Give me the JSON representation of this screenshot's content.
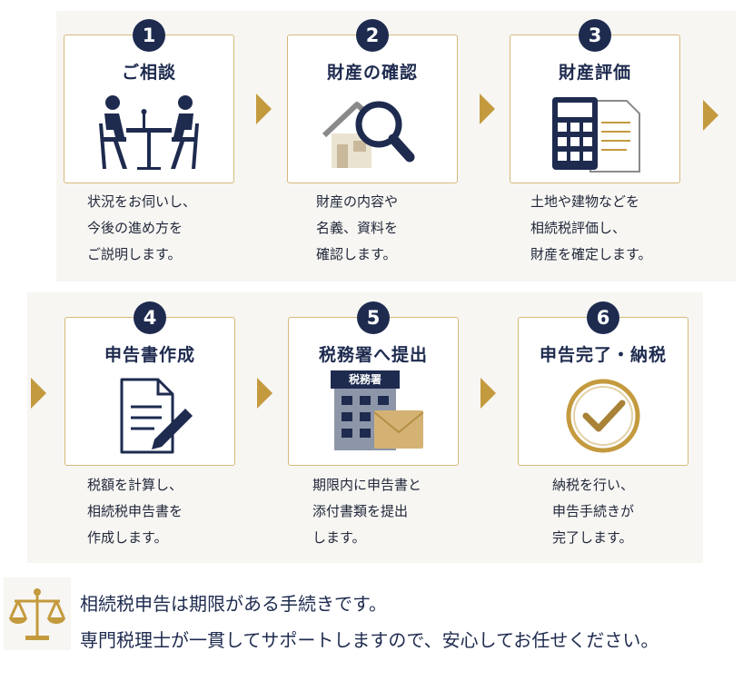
{
  "steps": [
    {
      "num": "1",
      "title": "ご相談",
      "icon": "consultation-icon",
      "lines": [
        "状況をお伺いし、",
        "今後の進め方を",
        "ご説明します。"
      ]
    },
    {
      "num": "2",
      "title": "財産の確認",
      "icon": "house-magnifier-icon",
      "lines": [
        "財産の内容や",
        "名義、資料を",
        "確認します。"
      ]
    },
    {
      "num": "3",
      "title": "財産評価",
      "icon": "calculator-document-icon",
      "lines": [
        "土地や建物などを",
        "相続税評価し、",
        "財産を確定します。"
      ]
    },
    {
      "num": "4",
      "title": "申告書作成",
      "icon": "document-pen-icon",
      "lines": [
        "税額を計算し、",
        "相続税申告書を",
        "作成します。"
      ]
    },
    {
      "num": "5",
      "title": "税務署へ提出",
      "icon": "tax-office-envelope-icon",
      "sign": "税務署",
      "lines": [
        "期限内に申告書と",
        "添付書類を提出",
        "します。"
      ]
    },
    {
      "num": "6",
      "title": "申告完了・納税",
      "icon": "checkmark-circle-icon",
      "lines": [
        "納税を行い、",
        "申告手続きが",
        "完了します。"
      ]
    }
  ],
  "footer": {
    "line1": "相続税申告は期限がある手続きです。",
    "line2": "専門税理士が一貫してサポートしますので、安心してお任せください。",
    "icon": "balance-scale-icon"
  },
  "colors": {
    "navy": "#1e2b4f",
    "gold": "#c49a3e",
    "card_border": "#d6b979",
    "panel": "#f7f6f3"
  }
}
